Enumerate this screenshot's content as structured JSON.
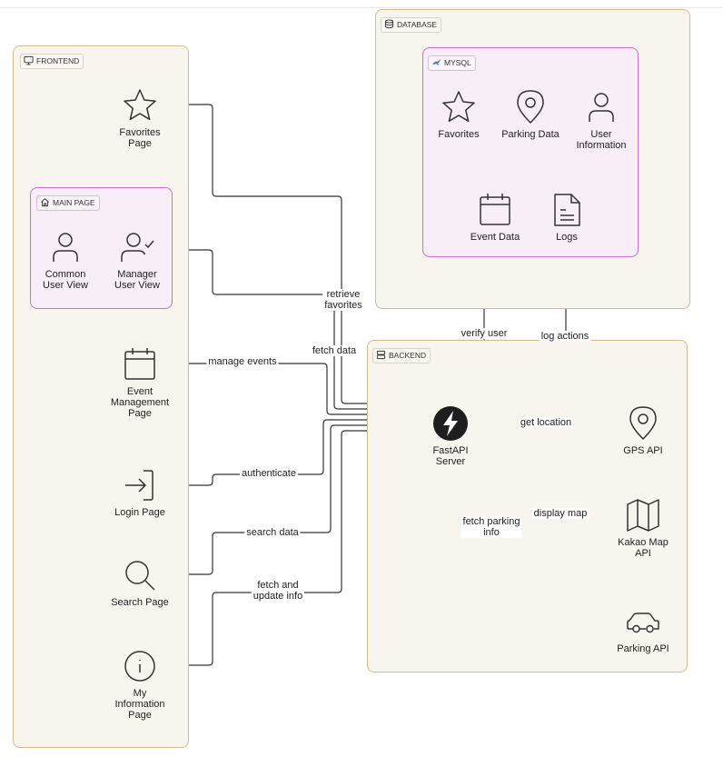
{
  "groups": {
    "frontend": "FRONTEND",
    "main_page": "MAIN PAGE",
    "database": "DATABASE",
    "mysql": "MYSQL",
    "backend": "BACKEND"
  },
  "frontend_nodes": {
    "favorites_page": [
      "Favorites",
      "Page"
    ],
    "common_user_view": [
      "Common",
      "User View"
    ],
    "manager_user_view": [
      "Manager",
      "User View"
    ],
    "event_management_page": [
      "Event",
      "Management",
      "Page"
    ],
    "login_page": [
      "Login Page"
    ],
    "search_page": [
      "Search Page"
    ],
    "my_information_page": [
      "My",
      "Information",
      "Page"
    ]
  },
  "mysql_nodes": {
    "favorites": [
      "Favorites"
    ],
    "parking_data": [
      "Parking Data"
    ],
    "user_information": [
      "User",
      "Information"
    ],
    "event_data": [
      "Event Data"
    ],
    "logs": [
      "Logs"
    ]
  },
  "backend_nodes": {
    "fastapi_server": [
      "FastAPI",
      "Server"
    ],
    "gps_api": [
      "GPS API"
    ],
    "kakao_map_api": [
      "Kakao Map",
      "API"
    ],
    "parking_api": [
      "Parking API"
    ]
  },
  "edges": {
    "retrieve_favorites": [
      "retrieve",
      "favorites"
    ],
    "fetch_data": [
      "fetch data"
    ],
    "manage_events": [
      "manage events"
    ],
    "authenticate": [
      "authenticate"
    ],
    "search_data": [
      "search data"
    ],
    "fetch_and_update_info": [
      "fetch and",
      "update info"
    ],
    "verify_user": [
      "verify user"
    ],
    "log_actions": [
      "log actions"
    ],
    "get_location": [
      "get location"
    ],
    "display_map": [
      "display map"
    ],
    "fetch_parking_info": [
      "fetch parking",
      "info"
    ]
  },
  "colors": {
    "group_border": "#d6b98c",
    "group_fill": "#f8f5ee",
    "subgroup_border": "#c86ccd",
    "subgroup_fill": "#f7eef8",
    "line": "#333333"
  }
}
